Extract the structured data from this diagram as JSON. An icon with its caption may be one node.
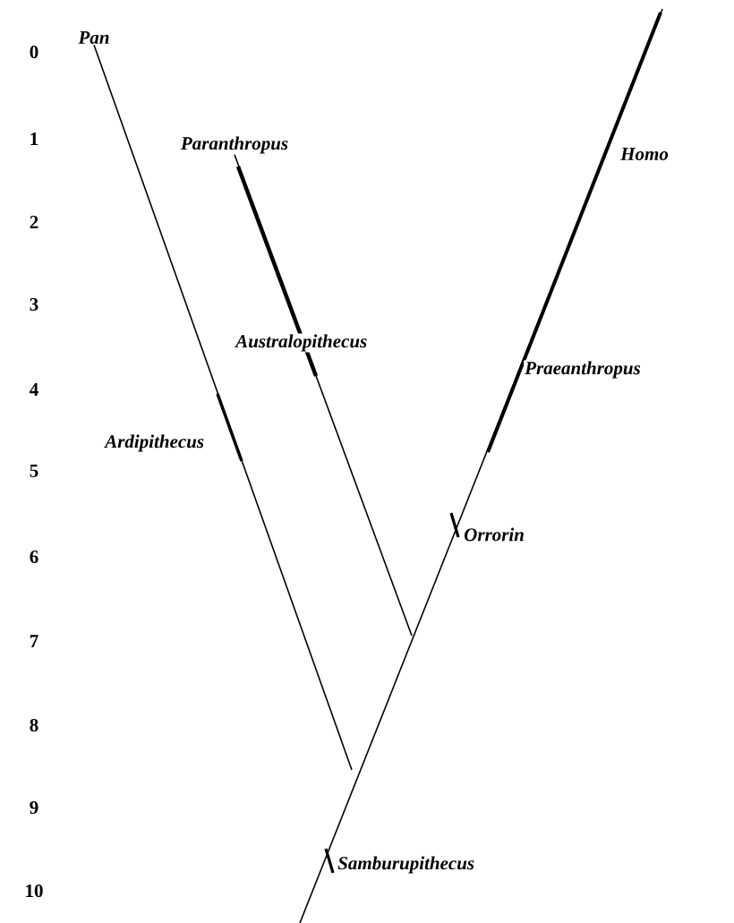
{
  "diagram": {
    "nodes": [
      {
        "text": [
          "Pan"
        ]
      },
      {
        "text": [
          "Paranthropus"
        ]
      }
    ],
    "edges": [
      {
        "from": 0,
        "to": null,
        "arrow": "none"
      },
      {
        "from": 1,
        "to": null,
        "arrow": "none"
      }
    ],
    "labels": [
      "0",
      "1",
      "Homo",
      "2",
      "3",
      "Australopithecus",
      "Praeanthropus",
      "4",
      "Ardipithecus",
      "5",
      "6",
      "Orrorin",
      "7",
      "8",
      "9",
      "Samburupithecus",
      "10"
    ]
  }
}
